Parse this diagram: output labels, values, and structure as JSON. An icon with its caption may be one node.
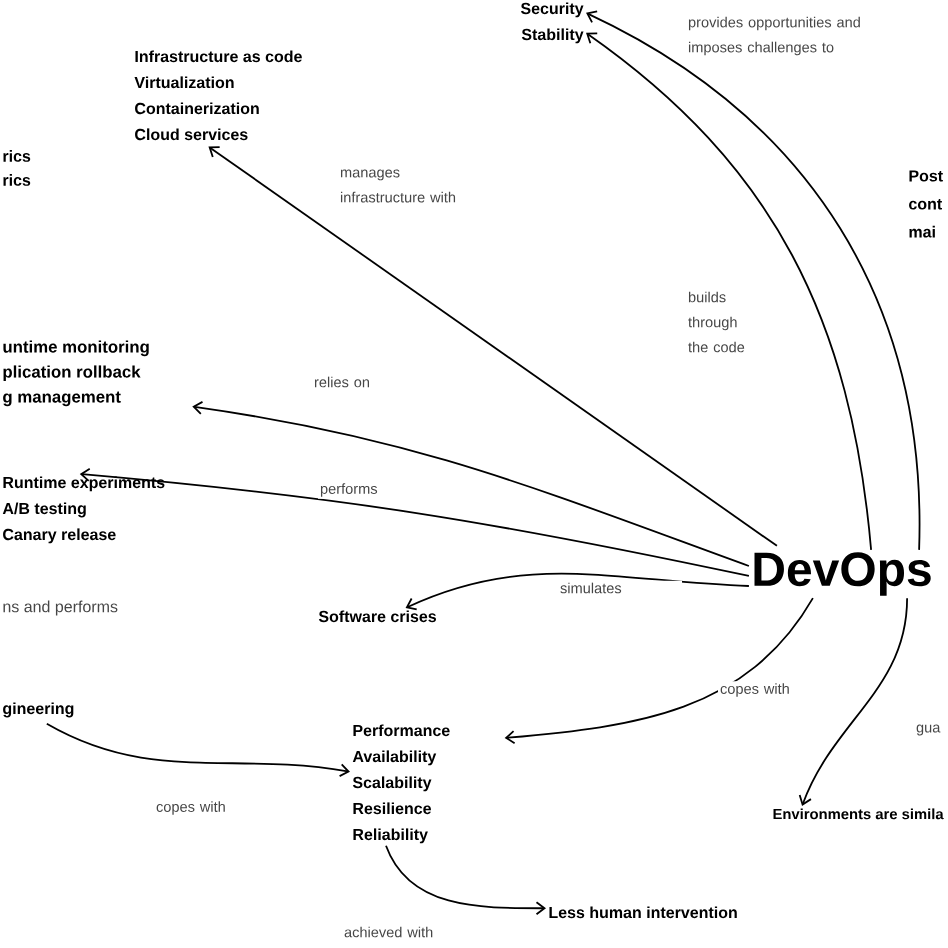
{
  "diagram": {
    "nodes": [
      {
        "text": [
          "DevOps"
        ]
      },
      {
        "text": [
          "Security",
          "Stability"
        ]
      },
      {
        "text": [
          "Infrastructure as code",
          "Virtualization",
          "Containerization",
          "Cloud services"
        ]
      },
      {
        "text": [
          "untime monitoring",
          "plication rollback",
          "g management"
        ]
      },
      {
        "text": [
          "Runtime experiments",
          "A/B testing",
          "Canary release"
        ]
      },
      {
        "text": [
          "Software crises"
        ]
      },
      {
        "text": [
          "gineering"
        ]
      },
      {
        "text": [
          "Performance",
          "Availability",
          "Scalability",
          "Resilience",
          "Reliability"
        ]
      },
      {
        "text": [
          "Less human intervention"
        ]
      },
      {
        "text": [
          "Environments are simila"
        ]
      },
      {
        "text": [
          "Post",
          "cont",
          "mai"
        ]
      }
    ],
    "edges": [
      {
        "from": 0,
        "to": 1,
        "arrow": "to",
        "label": "provides opportunities and imposes challenges to"
      },
      {
        "from": 0,
        "to": 1,
        "arrow": "to",
        "label": "builds through the code"
      },
      {
        "from": 0,
        "to": 2,
        "arrow": "to",
        "label": "manages infrastructure with"
      },
      {
        "from": 0,
        "to": 3,
        "arrow": "to",
        "label": "relies on"
      },
      {
        "from": 0,
        "to": 4,
        "arrow": "to",
        "label": "performs"
      },
      {
        "from": 0,
        "to": 5,
        "arrow": "to",
        "label": "simulates"
      },
      {
        "from": 0,
        "to": 7,
        "arrow": "to",
        "label": "copes with"
      },
      {
        "from": 0,
        "to": 9,
        "arrow": "to",
        "label": "gua"
      },
      {
        "from": 6,
        "to": 7,
        "arrow": "to",
        "label": "copes with"
      },
      {
        "from": 7,
        "to": 8,
        "arrow": "to",
        "label": "achieved with"
      }
    ],
    "labels": [
      "rics",
      "rics",
      "ns and performs"
    ]
  }
}
